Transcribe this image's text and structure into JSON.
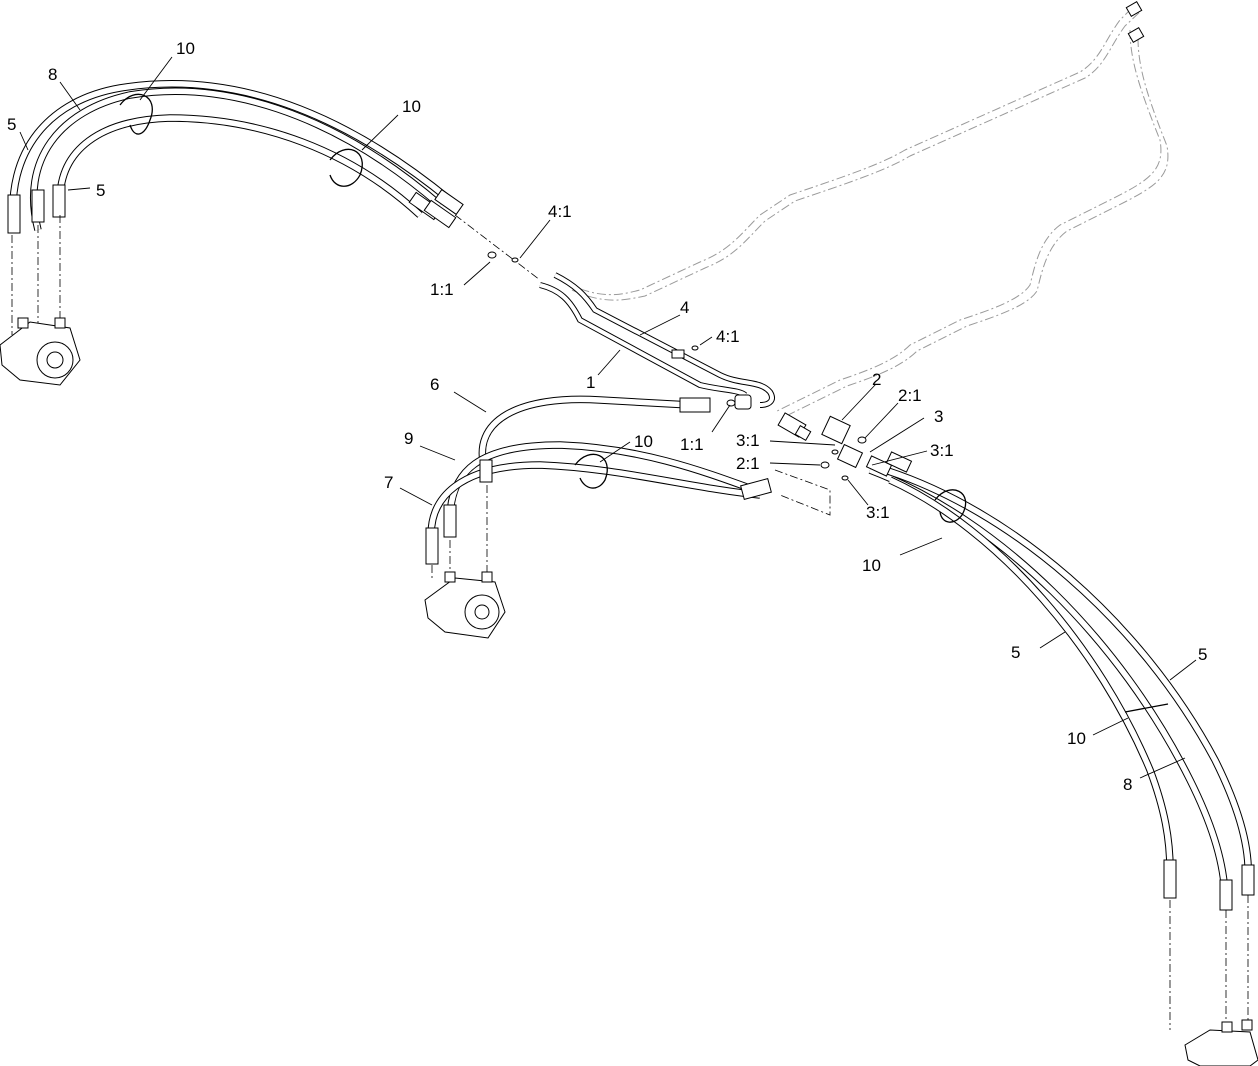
{
  "callouts": [
    {
      "text": "10"
    },
    {
      "text": "8"
    },
    {
      "text": "5"
    },
    {
      "text": "5"
    },
    {
      "text": "10"
    },
    {
      "text": "4:1"
    },
    {
      "text": "1:1"
    },
    {
      "text": "4"
    },
    {
      "text": "4:1"
    },
    {
      "text": "1"
    },
    {
      "text": "6"
    },
    {
      "text": "9"
    },
    {
      "text": "7"
    },
    {
      "text": "10"
    },
    {
      "text": "1:1"
    },
    {
      "text": "3:1"
    },
    {
      "text": "2:1"
    },
    {
      "text": "2"
    },
    {
      "text": "2:1"
    },
    {
      "text": "3"
    },
    {
      "text": "3:1"
    },
    {
      "text": "3:1"
    },
    {
      "text": "10"
    },
    {
      "text": "5"
    },
    {
      "text": "5"
    },
    {
      "text": "10"
    },
    {
      "text": "8"
    }
  ]
}
